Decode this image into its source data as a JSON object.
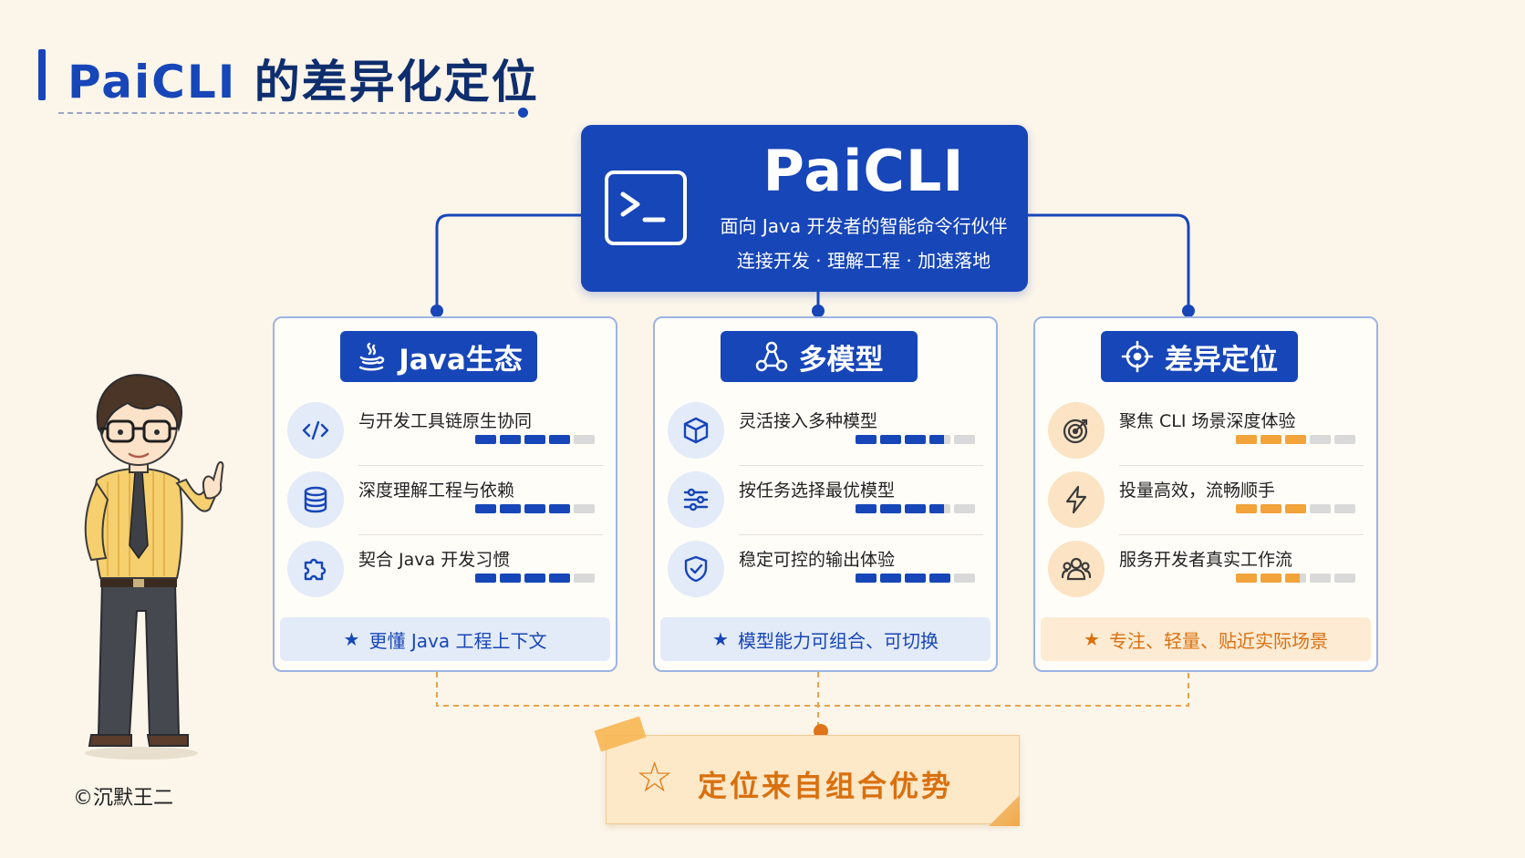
{
  "page_title": {
    "brand": "PaiCLI",
    "rest": " 的差异化定位"
  },
  "hero": {
    "icon": "terminal-icon",
    "title": "PaiCLI",
    "subtitle": "面向 Java 开发者的智能命令行伙伴",
    "tags": "连接开发 · 理解工程 · 加速落地"
  },
  "cards": [
    {
      "title": "Java生态",
      "icon": "java-coffee-icon",
      "accent": "#1746b8",
      "rows": [
        {
          "label": "与开发工具链原生协同",
          "icon": "code-icon",
          "level": 4,
          "max": 5
        },
        {
          "label": "深度理解工程与依赖",
          "icon": "database-icon",
          "level": 4,
          "max": 5
        },
        {
          "label": "契合 Java 开发习惯",
          "icon": "puzzle-icon",
          "level": 4,
          "max": 5
        }
      ],
      "footer": "更懂 Java 工程上下文",
      "footer_colors": {
        "bg": "#e3ebf8",
        "text": "#1746b8"
      }
    },
    {
      "title": "多模型",
      "icon": "network-nodes-icon",
      "accent": "#1746b8",
      "rows": [
        {
          "label": "灵活接入多种模型",
          "icon": "cube-icon",
          "level": 3.7,
          "max": 5
        },
        {
          "label": "按任务选择最优模型",
          "icon": "sliders-icon",
          "level": 3.7,
          "max": 5
        },
        {
          "label": "稳定可控的输出体验",
          "icon": "shield-check-icon",
          "level": 4,
          "max": 5
        }
      ],
      "footer": "模型能力可组合、可切换",
      "footer_colors": {
        "bg": "#e3ebf8",
        "text": "#1746b8"
      }
    },
    {
      "title": "差异定位",
      "icon": "crosshair-icon",
      "accent": "#f2a33a",
      "rows": [
        {
          "label": "聚焦 CLI 场景深度体验",
          "icon": "target-icon",
          "level": 3,
          "max": 5
        },
        {
          "label": "投量高效，流畅顺手",
          "icon": "lightning-icon",
          "level": 3,
          "max": 5
        },
        {
          "label": "服务开发者真实工作流",
          "icon": "users-icon",
          "level": 2.7,
          "max": 5
        }
      ],
      "footer": "专注、轻量、贴近实际场景",
      "footer_colors": {
        "bg": "#fdebd3",
        "text": "#d9700f"
      }
    }
  ],
  "note": {
    "text": "定位来自组合优势",
    "icon": "star-outline-icon"
  },
  "copyright": "©沉默王二",
  "colors": {
    "primary": "#1746b8",
    "orange": "#f2a33a",
    "background": "#fbf5ea"
  }
}
